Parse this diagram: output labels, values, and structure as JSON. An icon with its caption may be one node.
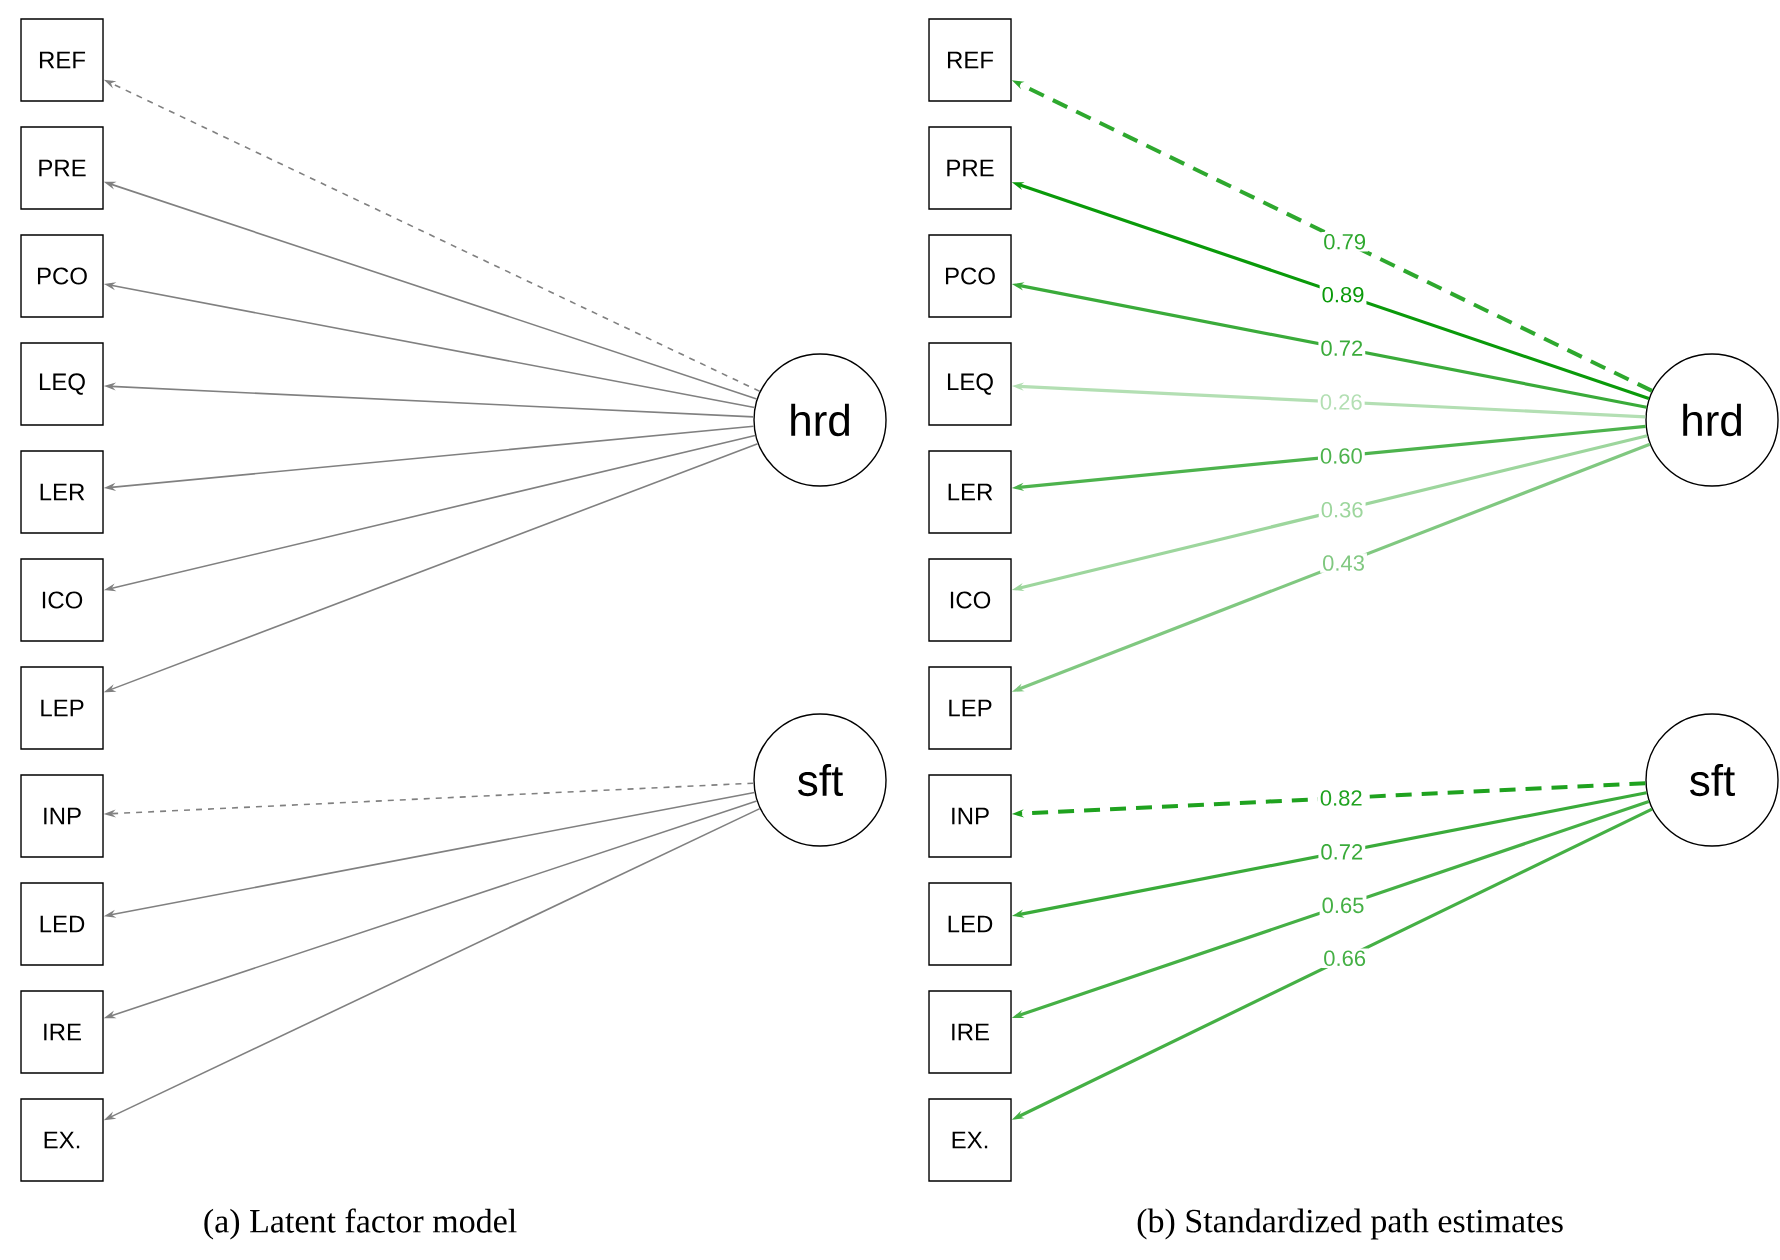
{
  "diagram": {
    "nodes": [
      {
        "text": [
          "REF"
        ]
      },
      {
        "text": [
          "PRE"
        ]
      },
      {
        "text": [
          "PCO"
        ]
      },
      {
        "text": [
          "LEQ"
        ]
      },
      {
        "text": [
          "LER"
        ]
      },
      {
        "text": [
          "ICO"
        ]
      },
      {
        "text": [
          "LEP"
        ]
      },
      {
        "text": [
          "INP"
        ]
      },
      {
        "text": [
          "LED"
        ]
      },
      {
        "text": [
          "IRE"
        ]
      },
      {
        "text": [
          "EX."
        ]
      },
      {
        "text": [
          "hrd"
        ]
      },
      {
        "text": [
          "sft"
        ]
      },
      {
        "text": [
          "REF"
        ]
      },
      {
        "text": [
          "PRE"
        ]
      },
      {
        "text": [
          "PCO"
        ]
      },
      {
        "text": [
          "LEQ"
        ]
      },
      {
        "text": [
          "LER"
        ]
      },
      {
        "text": [
          "ICO"
        ]
      },
      {
        "text": [
          "LEP"
        ]
      },
      {
        "text": [
          "INP"
        ]
      },
      {
        "text": [
          "LED"
        ]
      },
      {
        "text": [
          "IRE"
        ]
      },
      {
        "text": [
          "EX."
        ]
      },
      {
        "text": [
          "hrd"
        ]
      },
      {
        "text": [
          "sft"
        ]
      }
    ],
    "edges": [
      {
        "from": 11,
        "to": 0,
        "arrow": "to",
        "style": "dashed"
      },
      {
        "from": 11,
        "to": 1,
        "arrow": "to"
      },
      {
        "from": 11,
        "to": 2,
        "arrow": "to"
      },
      {
        "from": 11,
        "to": 3,
        "arrow": "to"
      },
      {
        "from": 11,
        "to": 4,
        "arrow": "to"
      },
      {
        "from": 11,
        "to": 5,
        "arrow": "to"
      },
      {
        "from": 11,
        "to": 6,
        "arrow": "to"
      },
      {
        "from": 12,
        "to": 7,
        "arrow": "to",
        "style": "dashed"
      },
      {
        "from": 12,
        "to": 8,
        "arrow": "to"
      },
      {
        "from": 12,
        "to": 9,
        "arrow": "to"
      },
      {
        "from": 12,
        "to": 10,
        "arrow": "to"
      },
      {
        "from": 24,
        "to": 13,
        "arrow": "to",
        "style": "dashed",
        "color": "#2ea82e",
        "label": "0.79"
      },
      {
        "from": 24,
        "to": 14,
        "arrow": "to",
        "color": "#0a9a0a",
        "label": "0.89"
      },
      {
        "from": 24,
        "to": 15,
        "arrow": "to",
        "color": "#3aab3a",
        "label": "0.72"
      },
      {
        "from": 24,
        "to": 16,
        "arrow": "to",
        "color": "#b3dfb3",
        "label": "0.26"
      },
      {
        "from": 24,
        "to": 17,
        "arrow": "to",
        "color": "#4db34d",
        "label": "0.60"
      },
      {
        "from": 24,
        "to": 18,
        "arrow": "to",
        "color": "#9dd69d",
        "label": "0.36"
      },
      {
        "from": 24,
        "to": 19,
        "arrow": "to",
        "color": "#80c880",
        "label": "0.43"
      },
      {
        "from": 25,
        "to": 20,
        "arrow": "to",
        "style": "dashed",
        "color": "#1fa21f",
        "label": "0.82"
      },
      {
        "from": 25,
        "to": 21,
        "arrow": "to",
        "color": "#3aab3a",
        "label": "0.72"
      },
      {
        "from": 25,
        "to": 22,
        "arrow": "to",
        "color": "#45b045",
        "label": "0.65"
      },
      {
        "from": 25,
        "to": 23,
        "arrow": "to",
        "color": "#45b045",
        "label": "0.66"
      }
    ],
    "labels": [
      "(a) Latent factor model",
      "(b) Standardized path estimates"
    ]
  }
}
